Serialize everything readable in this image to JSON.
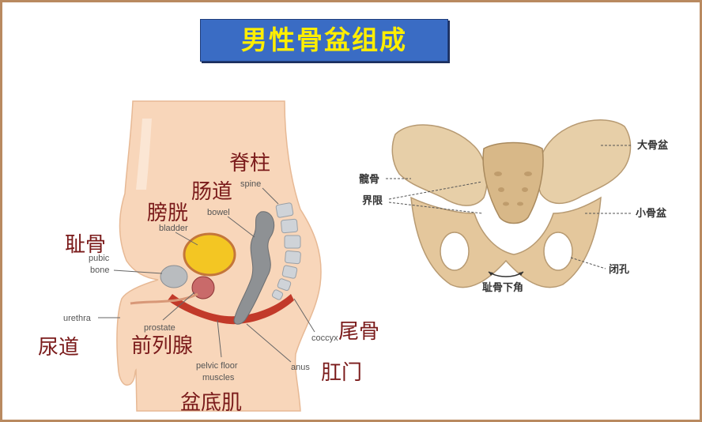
{
  "title": "男性骨盆组成",
  "left_labels": {
    "spine_cn": "脊柱",
    "spine_en": "spine",
    "bowel_cn": "肠道",
    "bowel_en": "bowel",
    "bladder_cn": "膀胱",
    "bladder_en": "bladder",
    "pubic_cn": "耻骨",
    "pubic_en1": "pubic",
    "pubic_en2": "bone",
    "urethra_cn": "尿道",
    "urethra_en": "urethra",
    "prostate_cn": "前列腺",
    "prostate_en": "prostate",
    "pelvic_cn": "盆底肌",
    "pelvic_en1": "pelvic floor",
    "pelvic_en2": "muscles",
    "coccyx_cn": "尾骨",
    "coccyx_en": "coccyx",
    "anus_cn": "肛门",
    "anus_en": "anus"
  },
  "right_labels": {
    "ilium": "髋骨",
    "linea": "界限",
    "greater": "大骨盆",
    "lesser": "小骨盆",
    "foramen": "闭孔",
    "pubic_arch": "耻骨下角"
  }
}
